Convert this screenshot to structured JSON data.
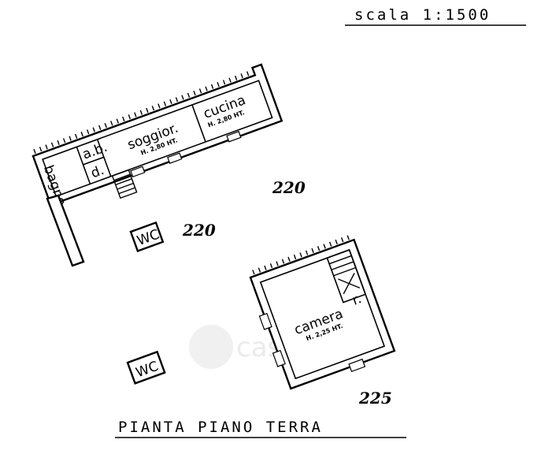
{
  "scale": "scala 1:1500",
  "title": "PIANTA PIANO TERRA",
  "rooms": {
    "bagno": "bagno",
    "disimpegno": "d.",
    "antibagno": "a.b.",
    "soggiorno": "soggior.",
    "soggiorno_height": "H. 2,80 HT.",
    "cucina": "cucina",
    "cucina_height": "H. 2,80 HT.",
    "wc_upper": "WC",
    "wc_lower": "WC",
    "camera": "camera",
    "camera_height": "H. 2,25 HT.",
    "ripostiglio": "r."
  },
  "levels": {
    "upper_right": "220",
    "upper_left": "220",
    "lower": "225"
  },
  "watermark": "casa.it"
}
